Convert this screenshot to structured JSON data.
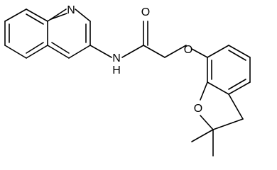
{
  "structure": {
    "atom_labels": {
      "quinoline_n": "N",
      "amide_nh": "N",
      "amide_h": "H",
      "carbonyl_o": "O",
      "ether_o": "O",
      "ring_o": "O"
    },
    "colors": {
      "bond": "#000000",
      "label": "#000000",
      "background": "#ffffff"
    }
  }
}
